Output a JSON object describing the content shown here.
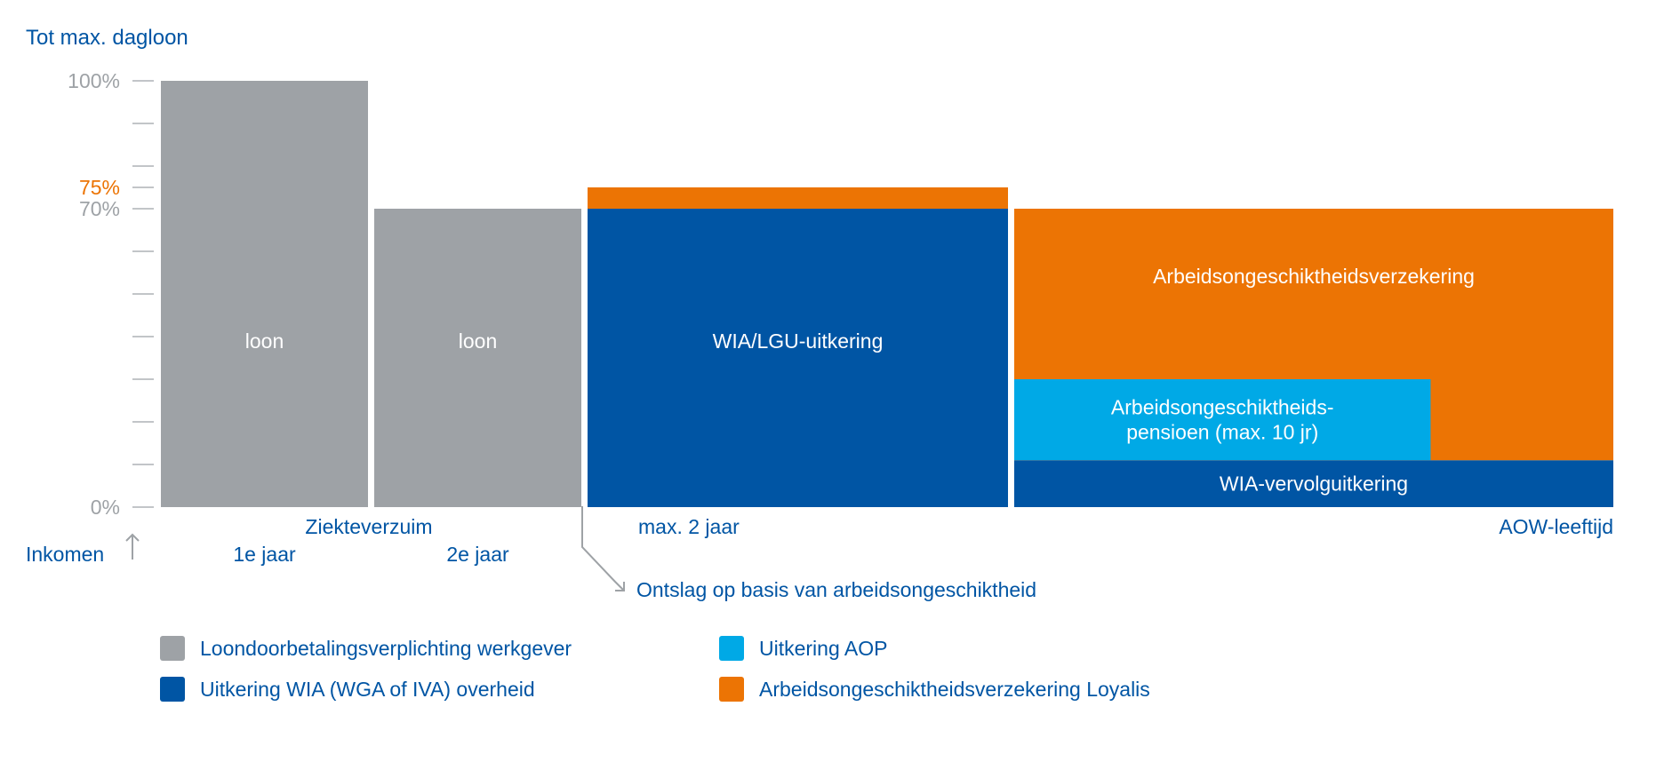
{
  "chart_data": {
    "type": "bar",
    "title": "Tot max. dagloon",
    "ylabel": "Inkomen",
    "ylim": [
      0,
      100
    ],
    "y_ticks_labeled": [
      {
        "value": 100,
        "label": "100%",
        "color": "#9ea2a6"
      },
      {
        "value": 75,
        "label": "75%",
        "color": "#ec7404"
      },
      {
        "value": 70,
        "label": "70%",
        "color": "#9ea2a6"
      },
      {
        "value": 0,
        "label": "0%",
        "color": "#9ea2a6"
      }
    ],
    "y_minor_ticks": [
      10,
      20,
      30,
      40,
      50,
      60,
      80,
      90
    ],
    "grid": false,
    "colors": {
      "loon": "#9ea2a6",
      "wia": "#0055a4",
      "aop": "#00a9e6",
      "loyalis": "#ec7404",
      "text": "#0055a4",
      "axis": "#9ea2a6"
    },
    "periods": [
      {
        "label": "1e jaar",
        "segments": [
          {
            "series": "loon",
            "from": 0,
            "to": 100,
            "label": "loon"
          }
        ]
      },
      {
        "label": "2e jaar",
        "segments": [
          {
            "series": "loon",
            "from": 0,
            "to": 70,
            "label": "loon"
          }
        ]
      },
      {
        "label": "",
        "segments": [
          {
            "series": "wia",
            "from": 0,
            "to": 70,
            "label": "WIA/LGU-uitkering"
          },
          {
            "series": "loyalis",
            "from": 70,
            "to": 75,
            "label": ""
          }
        ]
      },
      {
        "label": "",
        "segments": [
          {
            "series": "wia",
            "from": 0,
            "to": 11,
            "label": "WIA-vervolguitkering",
            "width_fraction": 1.0
          },
          {
            "series": "aop",
            "from": 11,
            "to": 30,
            "label_lines": [
              "Arbeidsongeschiktheids-",
              "pensioen (max. 10 jr)"
            ],
            "width_fraction": 0.695
          },
          {
            "series": "loyalis",
            "from": 11,
            "to": 70,
            "label": "Arbeidsongeschiktheidsverzekering",
            "width_fraction": 1.0
          }
        ]
      }
    ],
    "x_annotations": {
      "ziekteverzuim": "Ziekteverzuim",
      "max2": "max. 2 jaar",
      "aow": "AOW-leeftijd",
      "ontslag": "Ontslag op basis van arbeidsongeschiktheid"
    },
    "legend": [
      {
        "series": "loon",
        "label": "Loondoorbetalingsverplichting werkgever"
      },
      {
        "series": "aop",
        "label": "Uitkering AOP"
      },
      {
        "series": "wia",
        "label": "Uitkering WIA (WGA of IVA) overheid"
      },
      {
        "series": "loyalis",
        "label": "Arbeidsongeschiktheidsverzekering Loyalis"
      }
    ]
  }
}
